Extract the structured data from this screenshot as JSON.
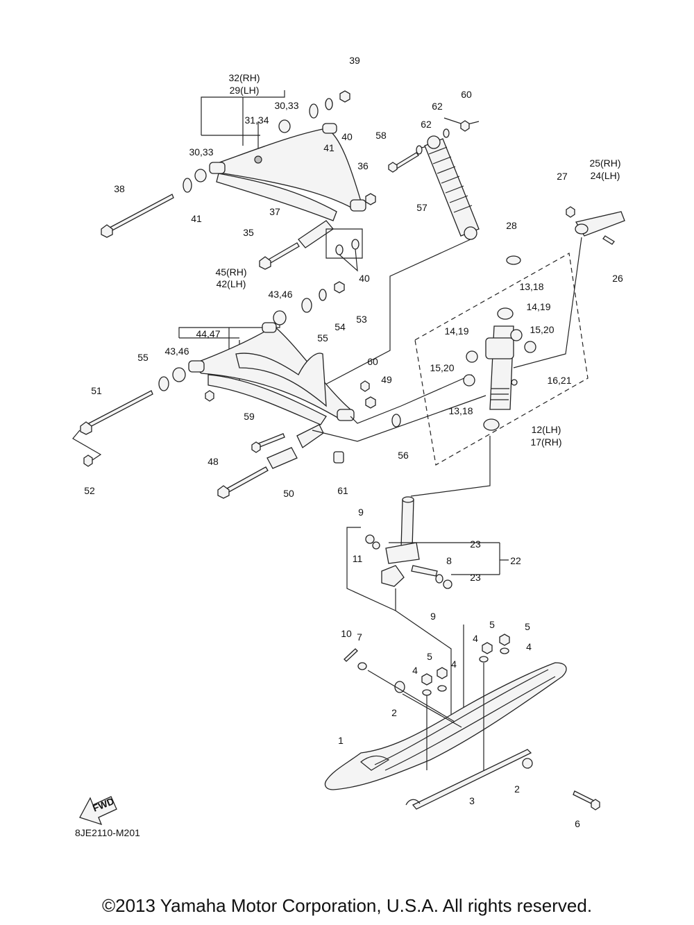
{
  "diagram": {
    "code": "8JE2110-M201",
    "fwd_label": "FWD",
    "callouts": [
      "39",
      "32(RH)",
      "29(LH)",
      "30,33",
      "31,34",
      "30,33",
      "40",
      "41",
      "38",
      "41",
      "37",
      "36",
      "35",
      "40",
      "58",
      "62",
      "62",
      "60",
      "57",
      "25(RH)",
      "24(LH)",
      "27",
      "26",
      "28",
      "45(RH)",
      "42(LH)",
      "43,46",
      "54",
      "53",
      "55",
      "44,47",
      "43,46",
      "55",
      "13,18",
      "14,19",
      "14,19",
      "15,20",
      "15,20",
      "16,21",
      "60",
      "49",
      "51",
      "59",
      "56",
      "13,18",
      "12(LH)",
      "17(RH)",
      "52",
      "48",
      "50",
      "61",
      "9",
      "23",
      "22",
      "8",
      "11",
      "23",
      "9",
      "10",
      "7",
      "5",
      "5",
      "4",
      "4",
      "4",
      "5",
      "4",
      "2",
      "1",
      "2",
      "3",
      "6"
    ]
  },
  "footer": "©2013 Yamaha Motor Corporation, U.S.A. All rights reserved."
}
